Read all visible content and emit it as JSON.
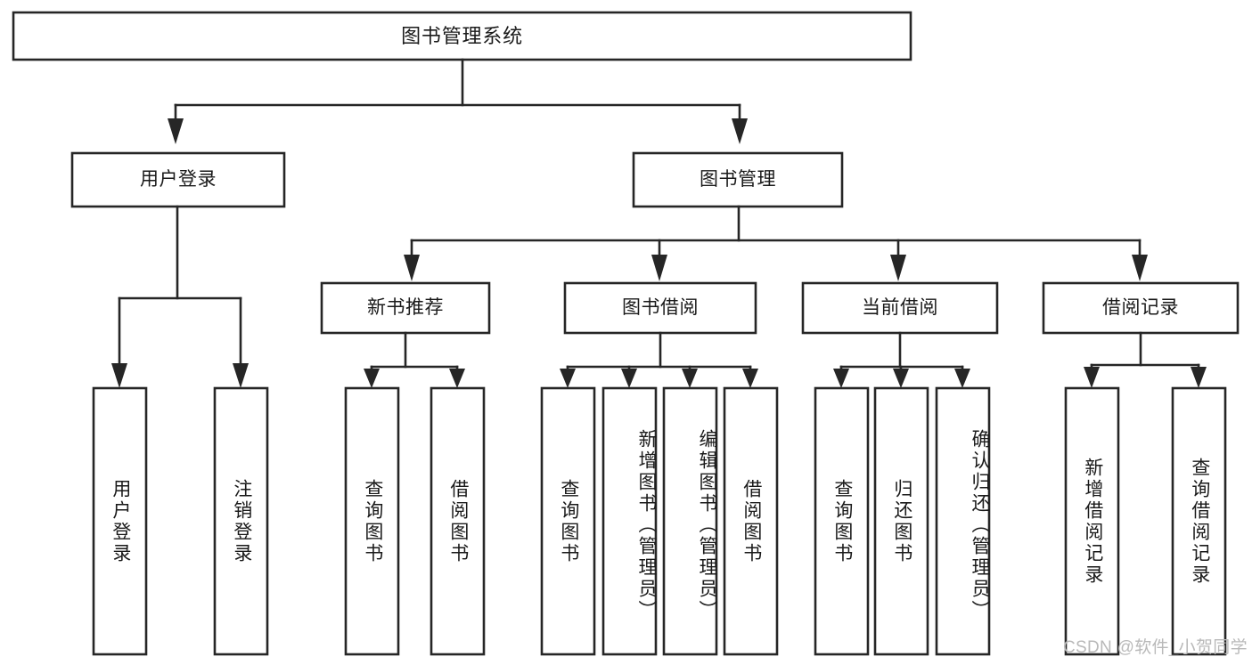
{
  "diagram": {
    "type": "tree-hierarchy-chart",
    "title": "图书管理系统",
    "background_color": "#ffffff",
    "line_color": "#262626",
    "text_color": "#1a1a1a",
    "watermark": "CSDN @软件_小贺同学",
    "watermark_color": "#b9b9b9"
  },
  "nodes": {
    "root": {
      "label": "图书管理系统",
      "level": 1
    },
    "level2": [
      {
        "id": "user-login",
        "label": "用户登录"
      },
      {
        "id": "book-manage",
        "label": "图书管理"
      }
    ],
    "level3": [
      {
        "id": "new-book-recommend",
        "label": "新书推荐",
        "parent": "book-manage"
      },
      {
        "id": "book-borrow",
        "label": "图书借阅",
        "parent": "book-manage"
      },
      {
        "id": "current-borrow",
        "label": "当前借阅",
        "parent": "book-manage"
      },
      {
        "id": "borrow-record",
        "label": "借阅记录",
        "parent": "book-manage"
      }
    ],
    "leaves": [
      {
        "id": "leaf-user-login",
        "label": "用户登录",
        "parent": "user-login"
      },
      {
        "id": "leaf-logout-login",
        "label": "注销登录",
        "parent": "user-login"
      },
      {
        "id": "leaf-query-book-1",
        "label": "查询图书",
        "parent": "new-book-recommend"
      },
      {
        "id": "leaf-borrow-book-1",
        "label": "借阅图书",
        "parent": "new-book-recommend"
      },
      {
        "id": "leaf-query-book-2",
        "label": "查询图书",
        "parent": "book-borrow"
      },
      {
        "id": "leaf-add-book",
        "label": "新增图书（管理员）",
        "parent": "book-borrow"
      },
      {
        "id": "leaf-edit-book",
        "label": "编辑图书（管理员）",
        "parent": "book-borrow"
      },
      {
        "id": "leaf-borrow-book-2",
        "label": "借阅图书",
        "parent": "book-borrow"
      },
      {
        "id": "leaf-query-book-3",
        "label": "查询图书",
        "parent": "current-borrow"
      },
      {
        "id": "leaf-return-book",
        "label": "归还图书",
        "parent": "current-borrow"
      },
      {
        "id": "leaf-confirm-return",
        "label": "确认归还（管理员）",
        "parent": "current-borrow"
      },
      {
        "id": "leaf-add-record",
        "label": "新增借阅记录",
        "parent": "borrow-record"
      },
      {
        "id": "leaf-query-record",
        "label": "查询借阅记录",
        "parent": "borrow-record"
      }
    ]
  }
}
